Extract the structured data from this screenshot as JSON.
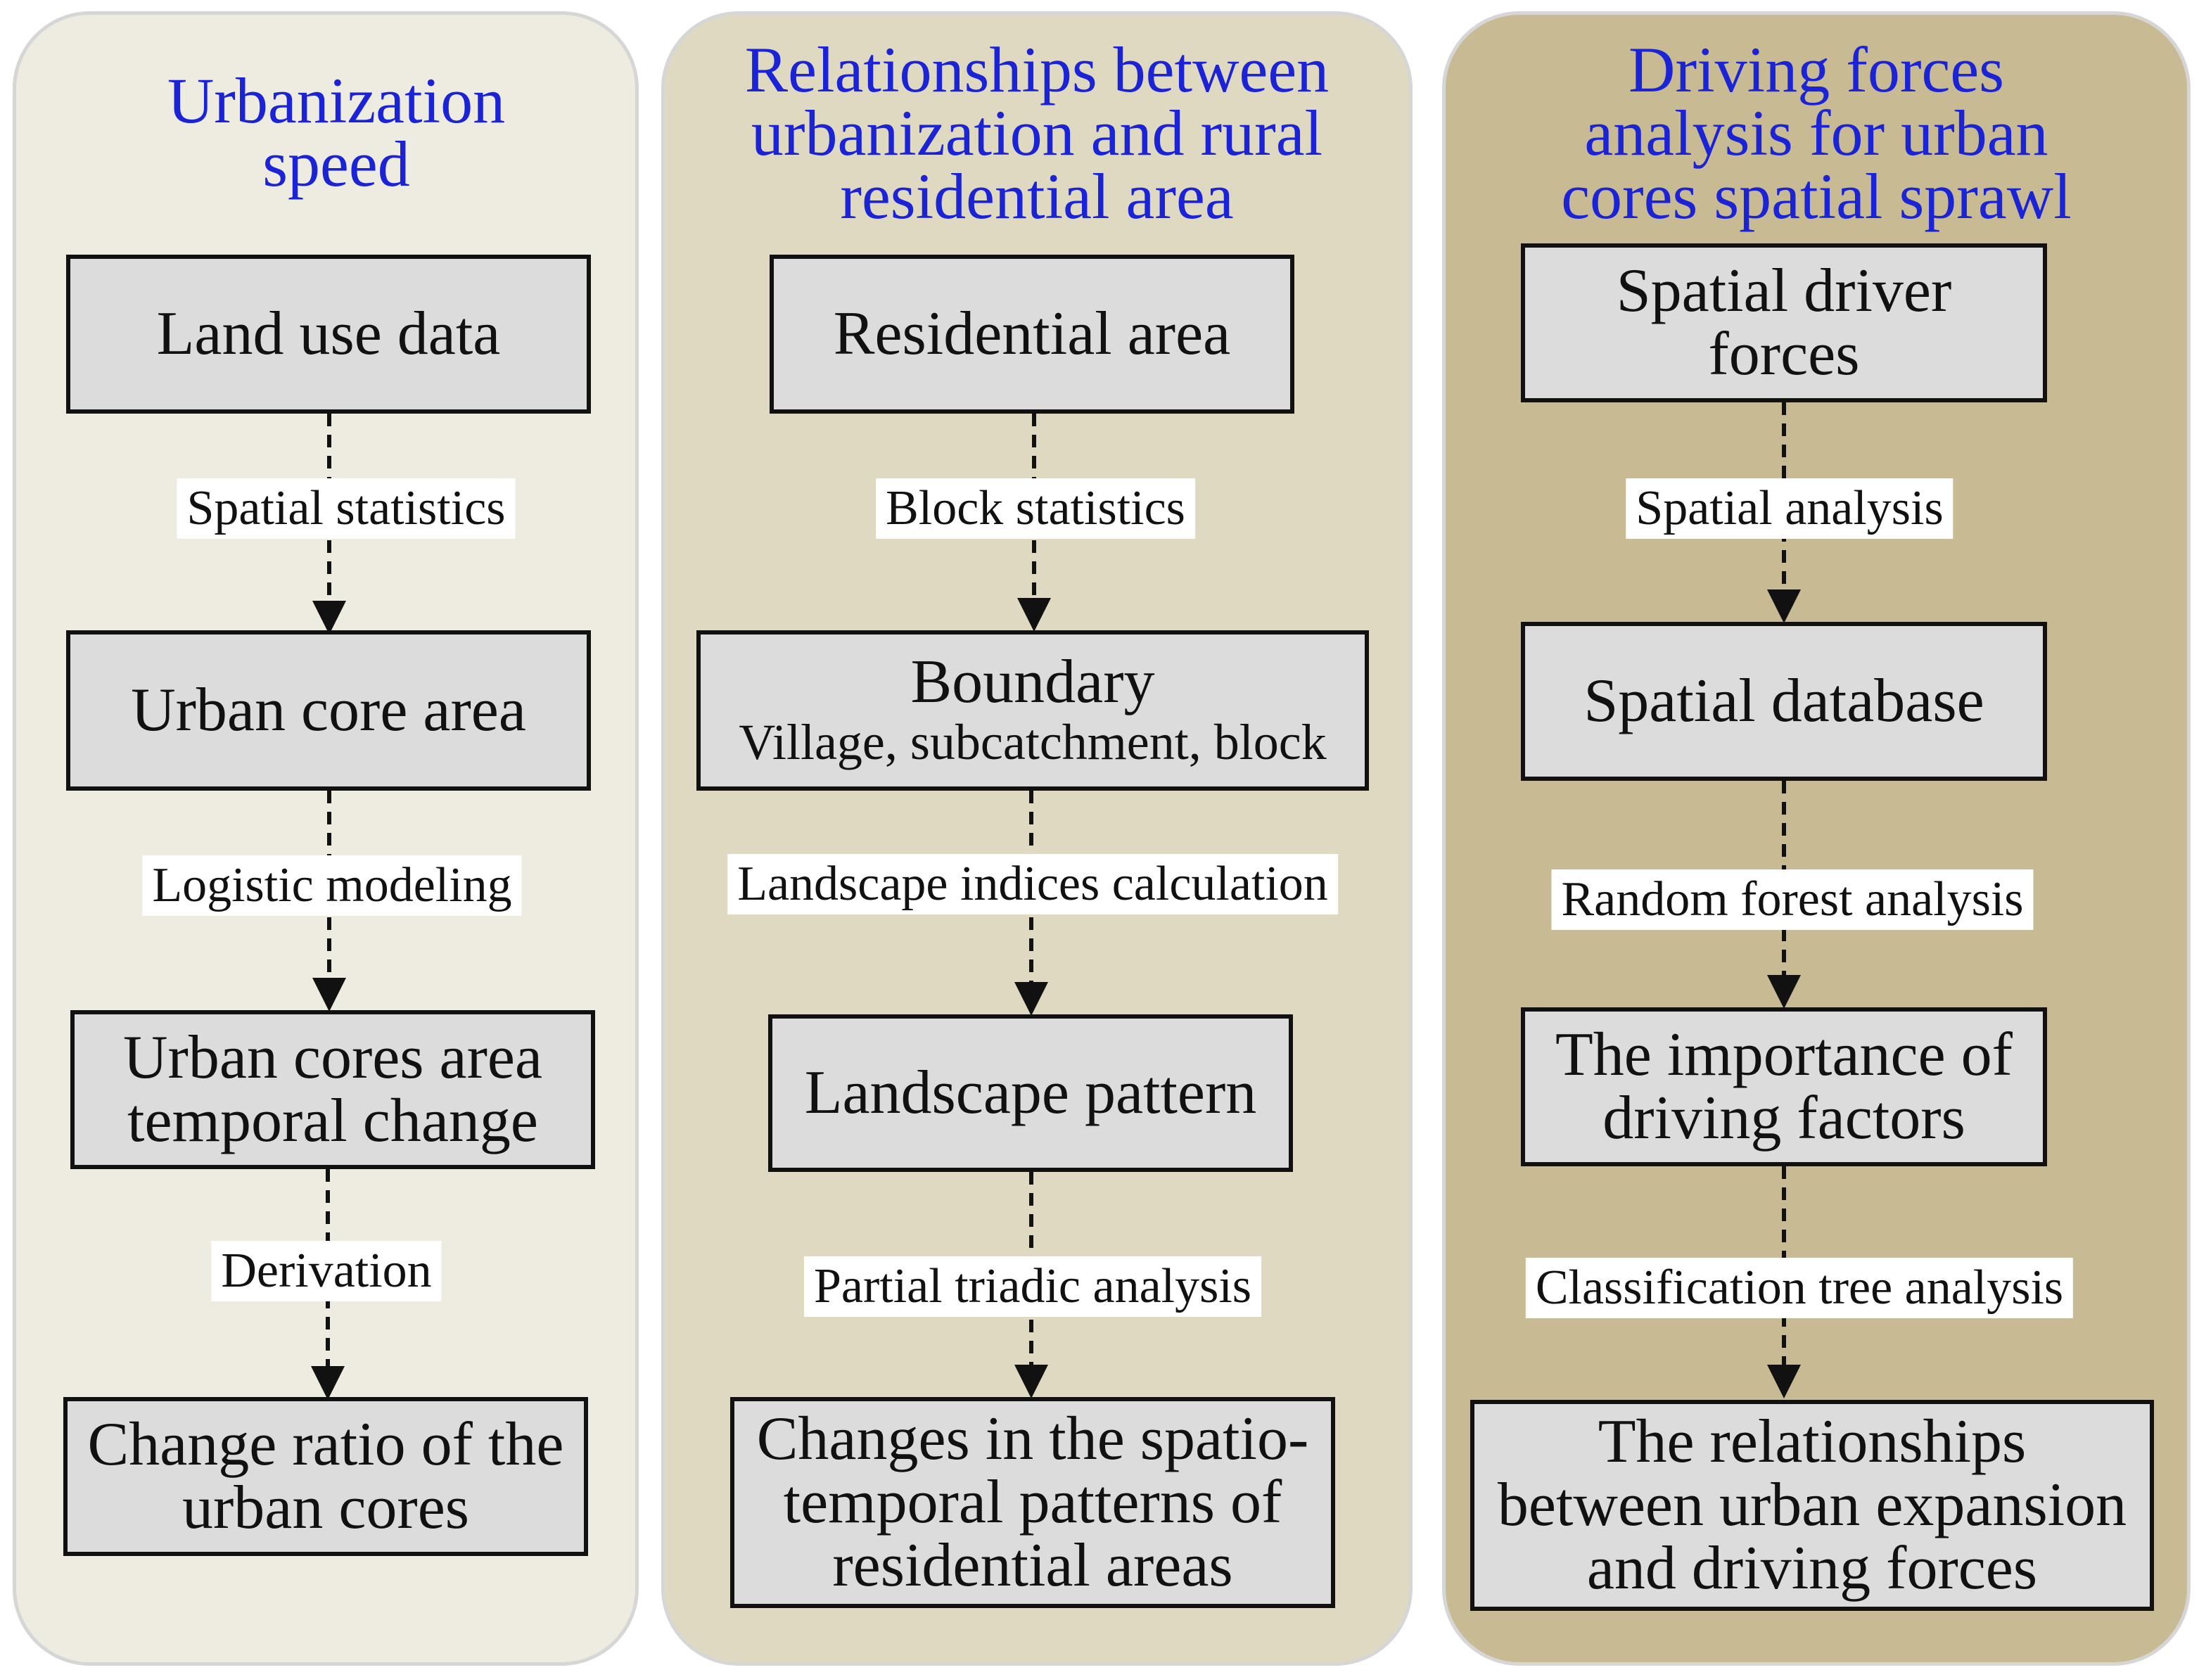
{
  "colors": {
    "panel1_bg": "#eeebe0",
    "panel2_bg": "#e0d9c2",
    "panel3_bg": "#c8bb94",
    "title": "#1a24d6",
    "box_fill": "#dcdcdc",
    "box_border": "#111111"
  },
  "columns": [
    {
      "title": [
        "Urbanization",
        "speed"
      ],
      "nodes": [
        {
          "lines": [
            "Land use data"
          ]
        },
        {
          "lines": [
            "Urban core area"
          ]
        },
        {
          "lines": [
            "Urban cores area",
            "temporal change"
          ]
        },
        {
          "lines": [
            "Change ratio of the",
            "urban cores"
          ]
        }
      ],
      "edges": [
        "Spatial statistics",
        "Logistic modeling",
        "Derivation"
      ]
    },
    {
      "title": [
        "Relationships between",
        "urbanization and rural",
        "residential area"
      ],
      "nodes": [
        {
          "lines": [
            "Residential area"
          ]
        },
        {
          "lines": [
            "Boundary"
          ],
          "sub": "Village, subcatchment, block"
        },
        {
          "lines": [
            "Landscape pattern"
          ]
        },
        {
          "lines": [
            "Changes in the spatio-",
            "temporal patterns of",
            "residential areas"
          ]
        }
      ],
      "edges": [
        "Block statistics",
        "Landscape indices calculation",
        "Partial triadic analysis"
      ]
    },
    {
      "title": [
        "Driving forces",
        "analysis for urban",
        "cores spatial sprawl"
      ],
      "nodes": [
        {
          "lines": [
            "Spatial driver",
            "forces"
          ]
        },
        {
          "lines": [
            "Spatial database"
          ]
        },
        {
          "lines": [
            "The importance of",
            "driving factors"
          ]
        },
        {
          "lines": [
            "The relationships",
            "between urban expansion",
            "and driving forces"
          ]
        }
      ],
      "edges": [
        "Spatial analysis",
        "Random forest analysis",
        "Classification tree analysis"
      ]
    }
  ]
}
